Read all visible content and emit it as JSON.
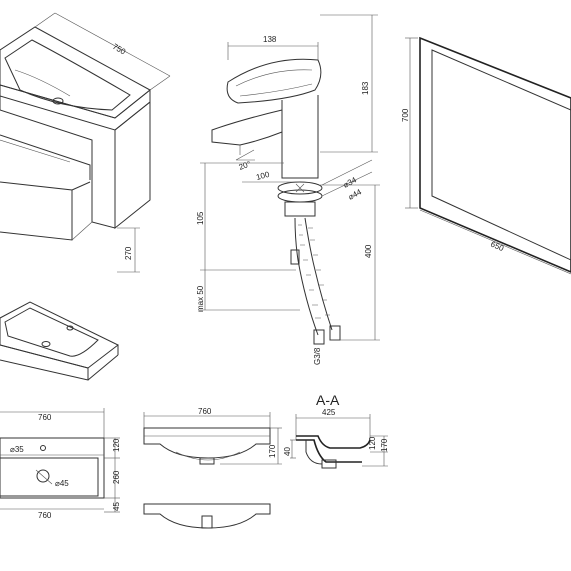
{
  "cabinet": {
    "width": "750",
    "drawer_height": "270"
  },
  "faucet": {
    "reach": "138",
    "height": "183",
    "spout_angle": "20°",
    "spout_length": "100",
    "body_height": "105",
    "max_thickness": "max 50",
    "hose_length": "400",
    "hole_diameter_1": "⌀34",
    "hole_diameter_2": "⌀44",
    "thread": "G3/8"
  },
  "mirror": {
    "height": "700",
    "width": "650"
  },
  "section": {
    "label": "A-A"
  },
  "basin_top": {
    "width_top": "760",
    "width_bottom": "760",
    "overflow_diameter": "⌀35",
    "drain_diameter": "⌀45",
    "dim_120": "120",
    "dim_260": "260",
    "dim_45": "45"
  },
  "basin_front": {
    "width": "760",
    "height": "170"
  },
  "basin_section": {
    "depth": "425",
    "height": "170",
    "dim_120": "120",
    "dim_40": "40"
  }
}
